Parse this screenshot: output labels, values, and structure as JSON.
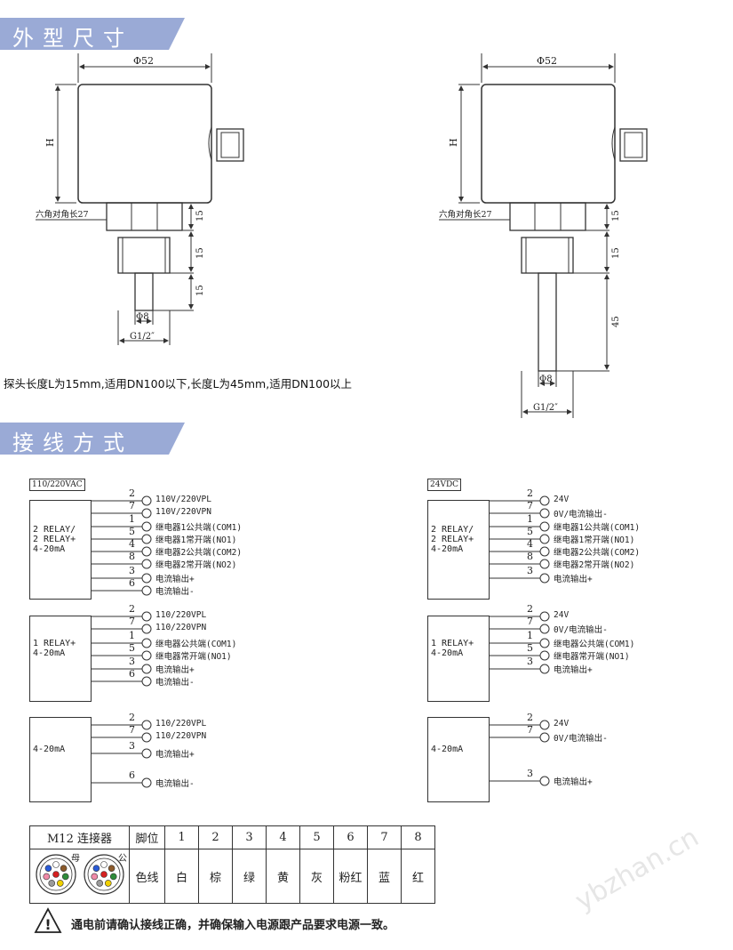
{
  "sections": {
    "dimensions_title": "外型尺寸",
    "wiring_title": "接线方式"
  },
  "dimensions": {
    "diameter_label": "Φ52",
    "height_label": "H",
    "hex_label": "六角对角长27",
    "dim_15": "15",
    "dim_45": "45",
    "probe_diameter": "Φ8",
    "thread": "G1/2″",
    "probe_note": "探头长度L为15mm,适用DN100以下,长度L为45mm,适用DN100以上"
  },
  "wiring": {
    "ac_tag": "110/220VAC",
    "dc_tag": "24VDC",
    "ac_blocks": [
      {
        "mode": [
          "2 RELAY/",
          "2 RELAY+",
          "4-20mA"
        ],
        "pins": [
          {
            "num": "2",
            "label": "110V/220VPL"
          },
          {
            "num": "7",
            "label": "110V/220VPN"
          },
          {
            "num": "1",
            "label": "继电器1公共端(COM1)"
          },
          {
            "num": "5",
            "label": "继电器1常开端(NO1)"
          },
          {
            "num": "4",
            "label": "继电器2公共端(COM2)"
          },
          {
            "num": "8",
            "label": "继电器2常开端(NO2)"
          },
          {
            "num": "3",
            "label": "电流输出+"
          },
          {
            "num": "6",
            "label": "电流输出-"
          }
        ]
      },
      {
        "mode": [
          "1 RELAY+",
          "4-20mA"
        ],
        "pins": [
          {
            "num": "2",
            "label": "110/220VPL"
          },
          {
            "num": "7",
            "label": "110/220VPN"
          },
          {
            "num": "1",
            "label": "继电器公共端(COM1)"
          },
          {
            "num": "5",
            "label": "继电器常开端(NO1)"
          },
          {
            "num": "3",
            "label": "电流输出+"
          },
          {
            "num": "6",
            "label": "电流输出-"
          }
        ]
      },
      {
        "mode": [
          "4-20mA"
        ],
        "pins": [
          {
            "num": "2",
            "label": "110/220VPL"
          },
          {
            "num": "7",
            "label": "110/220VPN"
          },
          {
            "num": "3",
            "label": "电流输出+"
          },
          {
            "num": "6",
            "label": "电流输出-"
          }
        ]
      }
    ],
    "dc_blocks": [
      {
        "mode": [
          "2 RELAY/",
          "2 RELAY+",
          "4-20mA"
        ],
        "pins": [
          {
            "num": "2",
            "label": "24V"
          },
          {
            "num": "7",
            "label": "0V/电流输出-"
          },
          {
            "num": "1",
            "label": "继电器1公共端(COM1)"
          },
          {
            "num": "5",
            "label": "继电器1常开端(NO1)"
          },
          {
            "num": "4",
            "label": "继电器2公共端(COM2)"
          },
          {
            "num": "8",
            "label": "继电器2常开端(NO2)"
          },
          {
            "num": "3",
            "label": "电流输出+"
          }
        ]
      },
      {
        "mode": [
          "1 RELAY+",
          "4-20mA"
        ],
        "pins": [
          {
            "num": "2",
            "label": "24V"
          },
          {
            "num": "7",
            "label": "0V/电流输出-"
          },
          {
            "num": "1",
            "label": "继电器公共端(COM1)"
          },
          {
            "num": "5",
            "label": "继电器常开端(NO1)"
          },
          {
            "num": "3",
            "label": "电流输出+"
          }
        ]
      },
      {
        "mode": [
          "4-20mA"
        ],
        "pins": [
          {
            "num": "2",
            "label": "24V"
          },
          {
            "num": "7",
            "label": "0V/电流输出-"
          },
          {
            "num": "3",
            "label": "电流输出+"
          }
        ]
      }
    ]
  },
  "m12": {
    "title": "M12 连接器",
    "pin_header": "脚位",
    "color_header": "色线",
    "female": "母",
    "male": "公",
    "pins": [
      "1",
      "2",
      "3",
      "4",
      "5",
      "6",
      "7",
      "8"
    ],
    "colors": [
      "白",
      "棕",
      "绿",
      "黄",
      "灰",
      "粉红",
      "蓝",
      "红"
    ],
    "dot_colors": [
      "#ffffff",
      "#8b5a2b",
      "#2e8b3a",
      "#f0d000",
      "#9a9a9a",
      "#f08aa8",
      "#2a5bd7",
      "#d42020"
    ]
  },
  "warning": "通电前请确认接线正确，并确保输入电源跟产品要求电源一致。",
  "watermark": "ybzhan.cn"
}
